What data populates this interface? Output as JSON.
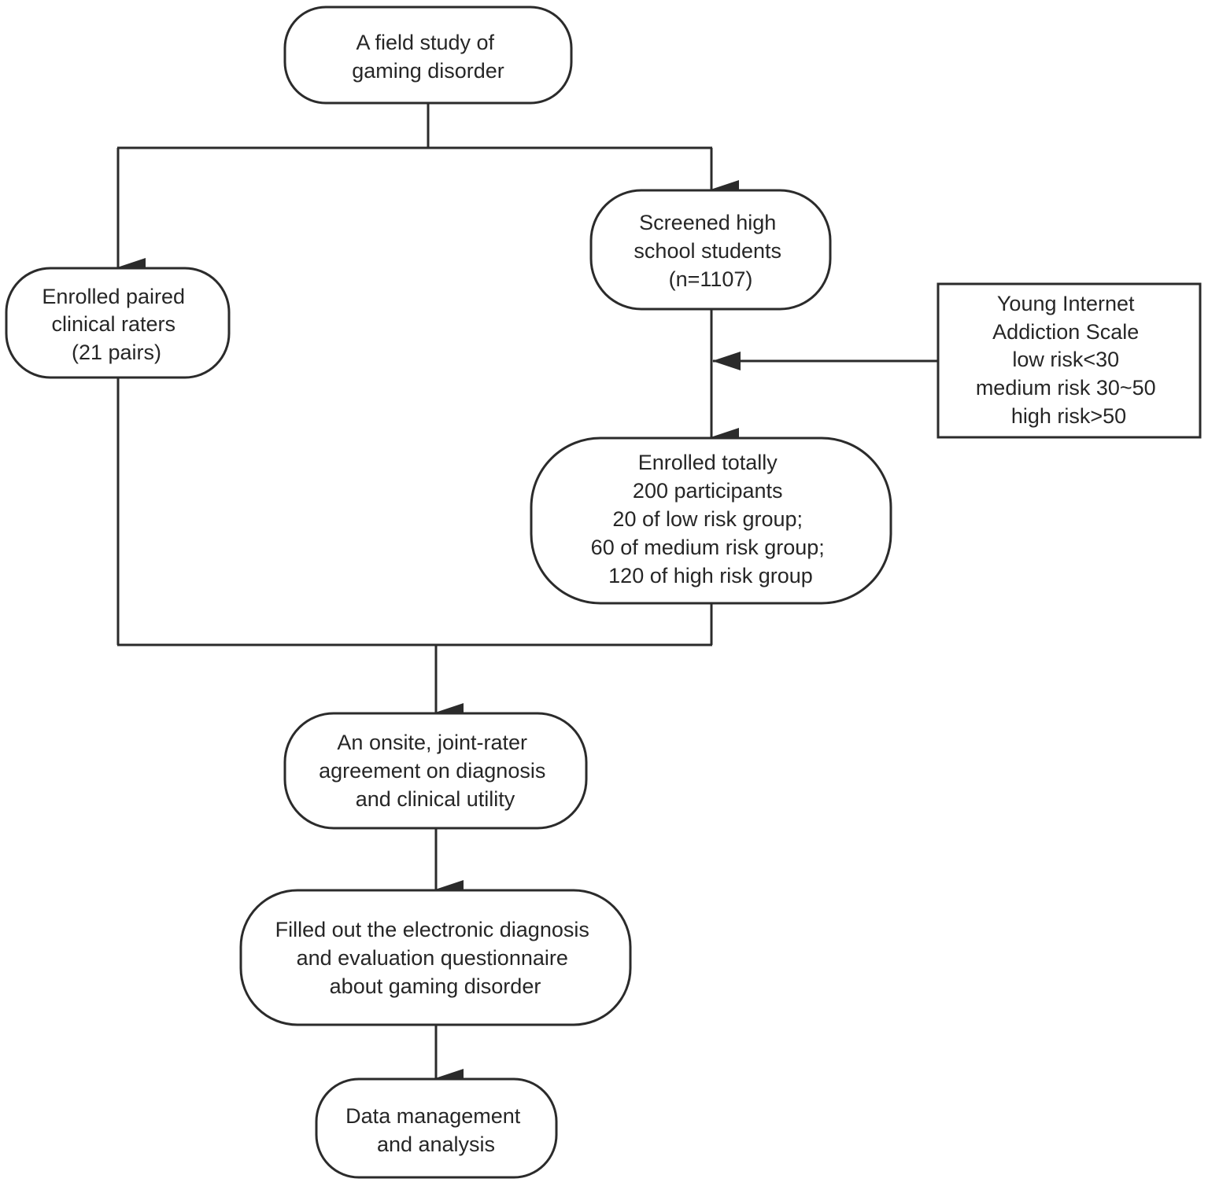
{
  "nodes": {
    "field_study": [
      "A field study of",
      "gaming disorder"
    ],
    "raters": [
      "Enrolled paired",
      "clinical raters",
      "(21 pairs)"
    ],
    "screened": [
      "Screened high",
      "school students",
      "(n=1107)"
    ],
    "scale": [
      "Young Internet",
      "Addiction Scale",
      "low risk<30",
      "medium risk 30~50",
      "high risk>50"
    ],
    "enrolled": [
      "Enrolled totally",
      "200 participants",
      "20 of low risk group;",
      "60 of medium risk group;",
      "120 of high risk group"
    ],
    "onsite": [
      "An onsite, joint-rater",
      "agreement on diagnosis",
      "and clinical utility"
    ],
    "questionnaire": [
      "Filled out the electronic diagnosis",
      "and evaluation questionnaire",
      "about gaming disorder"
    ],
    "data_mgmt": [
      "Data management",
      "and analysis"
    ]
  },
  "colors": {
    "stroke": "#2b2b2b",
    "text": "#262626",
    "background": "#ffffff"
  }
}
